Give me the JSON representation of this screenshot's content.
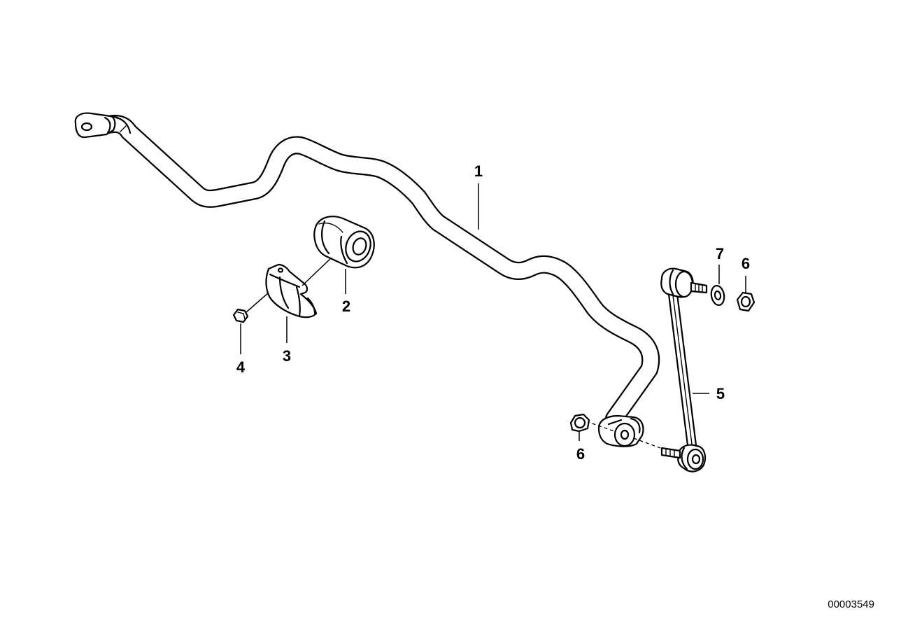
{
  "diagram": {
    "reference_number": "00003549",
    "callouts": {
      "stabilizer_bar": "1",
      "rubber_mounting": "2",
      "bracket": "3",
      "nut_small": "4",
      "link": "5",
      "nut_upper": "6",
      "nut_lower": "6",
      "washer": "7"
    }
  }
}
